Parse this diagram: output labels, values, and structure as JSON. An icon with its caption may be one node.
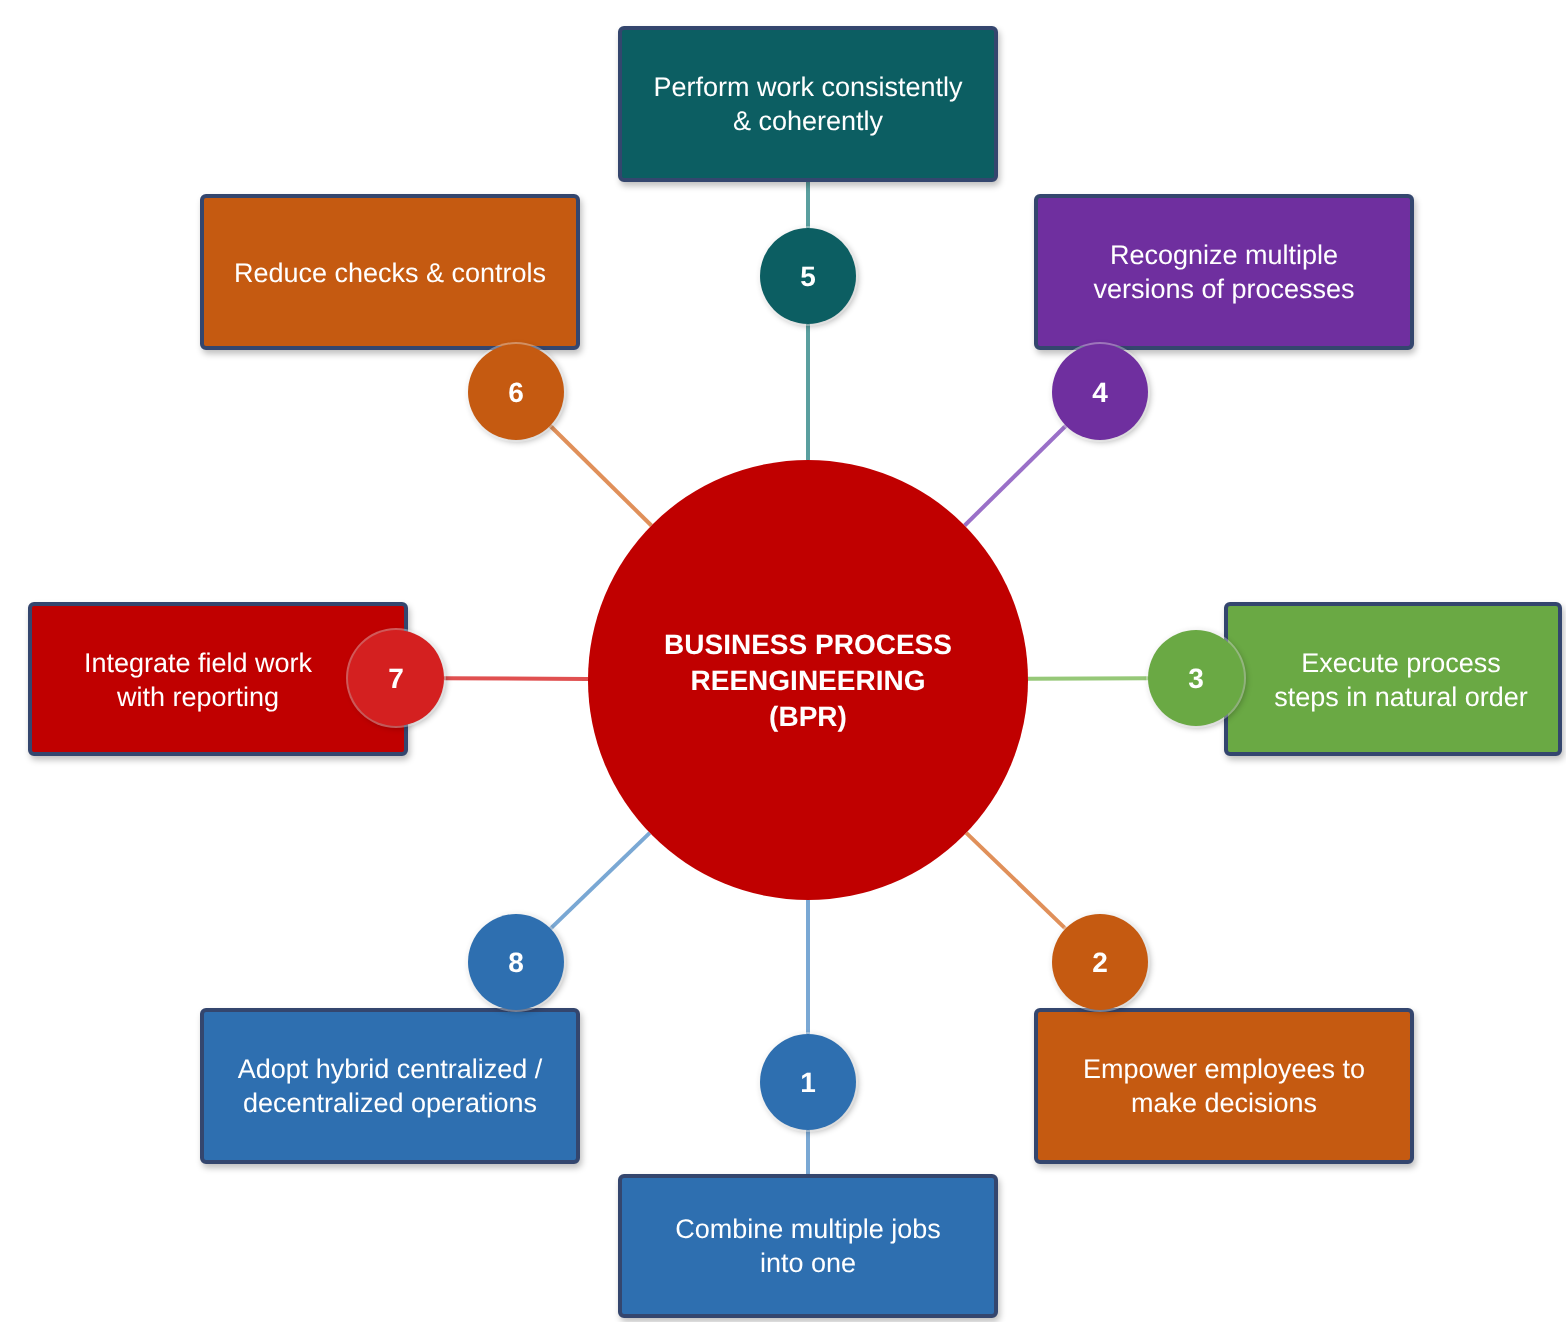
{
  "diagram": {
    "nodes": [
      {
        "text": [
          "BUSINESS PROCESS REENGINEERING (BPR)"
        ]
      },
      {
        "text": [
          "1"
        ]
      },
      {
        "text": [
          "2"
        ]
      },
      {
        "text": [
          "3"
        ]
      },
      {
        "text": [
          "4"
        ]
      },
      {
        "text": [
          "5"
        ]
      },
      {
        "text": [
          "6"
        ]
      },
      {
        "text": [
          "7"
        ]
      },
      {
        "text": [
          "8"
        ]
      },
      {
        "text": [
          "Combine multiple jobs into one"
        ]
      },
      {
        "text": [
          "Empower employees to make decisions"
        ]
      },
      {
        "text": [
          "Execute process steps in natural order"
        ]
      },
      {
        "text": [
          "Recognize multiple versions of processes"
        ]
      },
      {
        "text": [
          "Perform work consistently & coherently"
        ]
      },
      {
        "text": [
          "Reduce checks & controls"
        ]
      },
      {
        "text": [
          "Integrate field work with reporting"
        ]
      },
      {
        "text": [
          "Adopt hybrid centralized / decentralized operations"
        ]
      }
    ],
    "edges": [
      {
        "from": 0,
        "to": 1,
        "arrow": "none",
        "color": "#7aa8d4"
      },
      {
        "from": 0,
        "to": 2,
        "arrow": "none",
        "color": "#e0905a"
      },
      {
        "from": 0,
        "to": 3,
        "arrow": "none",
        "color": "#96c878"
      },
      {
        "from": 0,
        "to": 4,
        "arrow": "none",
        "color": "#9a70c8"
      },
      {
        "from": 0,
        "to": 5,
        "arrow": "none",
        "color": "#5a9f9f"
      },
      {
        "from": 0,
        "to": 6,
        "arrow": "none",
        "color": "#e0905a"
      },
      {
        "from": 0,
        "to": 7,
        "arrow": "none",
        "color": "#e05050"
      },
      {
        "from": 0,
        "to": 8,
        "arrow": "none",
        "color": "#7aa8d4"
      },
      {
        "from": 5,
        "to": 13,
        "arrow": "none",
        "color": "#5a9f9f"
      },
      {
        "from": 1,
        "to": 9,
        "arrow": "none",
        "color": "#7aa8d4"
      }
    ]
  }
}
